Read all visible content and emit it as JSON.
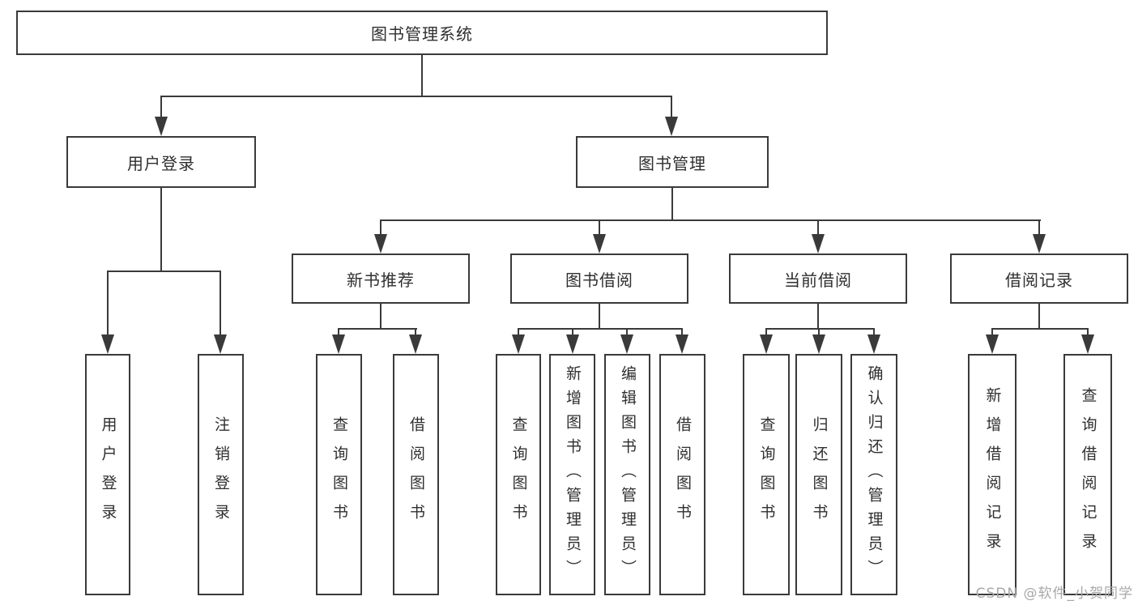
{
  "diagram": {
    "root": {
      "label": "图书管理系统"
    },
    "level1": [
      {
        "label": "用户登录"
      },
      {
        "label": "图书管理"
      }
    ],
    "level2": [
      {
        "label": "新书推荐"
      },
      {
        "label": "图书借阅"
      },
      {
        "label": "当前借阅"
      },
      {
        "label": "借阅记录"
      }
    ],
    "leaves": {
      "user_login": [
        "用户登录",
        "注销登录"
      ],
      "new_book": [
        "查询图书",
        "借阅图书"
      ],
      "book_borrow": [
        "查询图书",
        "新增图书（管理员）",
        "编辑图书（管理员）",
        "借阅图书"
      ],
      "current_borrow": [
        "查询图书",
        "归还图书",
        "确认归还（管理员）"
      ],
      "borrow_records": [
        "新增借阅记录",
        "查询借阅记录"
      ]
    }
  },
  "watermark": {
    "text": "CSDN @软件_小贺同学"
  },
  "colors": {
    "line": "#3a3a3a",
    "text": "#2f2f2f",
    "background": "#ffffff",
    "watermark": "#a8a8a8"
  }
}
